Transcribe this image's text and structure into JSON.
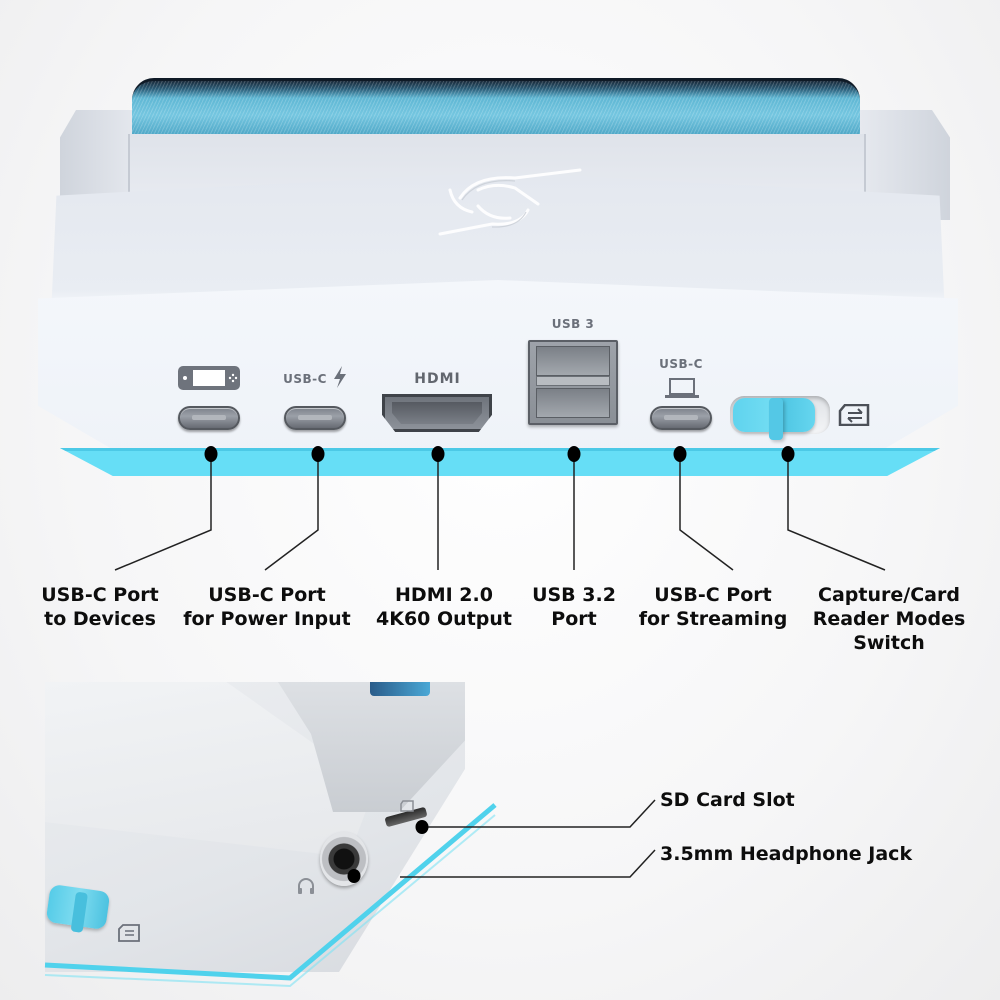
{
  "colors": {
    "accent_cyan": "#66def6",
    "dock_white": "#eef2f8",
    "label_grey": "#6b707a",
    "callout_text": "#0d0d0d"
  },
  "top_view": {
    "port_labels": {
      "usbc_power": "USB-C",
      "hdmi": "HDMI",
      "usb3": "USB 3",
      "usbc_stream": "USB-C"
    },
    "icons": {
      "devices": "handheld-console-icon",
      "power": "lightning-bolt-icon",
      "streaming": "laptop-icon",
      "mode_switch": "card-swap-icon"
    },
    "callouts": [
      {
        "line1": "USB-C Port",
        "line2": "to Devices"
      },
      {
        "line1": "USB-C Port",
        "line2": "for Power Input"
      },
      {
        "line1": "HDMI 2.0",
        "line2": "4K60 Output"
      },
      {
        "line1": "USB 3.2",
        "line2": "Port"
      },
      {
        "line1": "USB-C Port",
        "line2": "for Streaming"
      },
      {
        "line1": "Capture/Card",
        "line2": "Reader Modes",
        "line3": "Switch"
      }
    ]
  },
  "side_view": {
    "icons": {
      "headphone": "headphone-icon",
      "sd_card": "sd-card-icon",
      "mode_switch": "card-swap-icon"
    },
    "callouts": [
      {
        "label": "SD Card Slot"
      },
      {
        "label": "3.5mm Headphone Jack"
      }
    ]
  }
}
